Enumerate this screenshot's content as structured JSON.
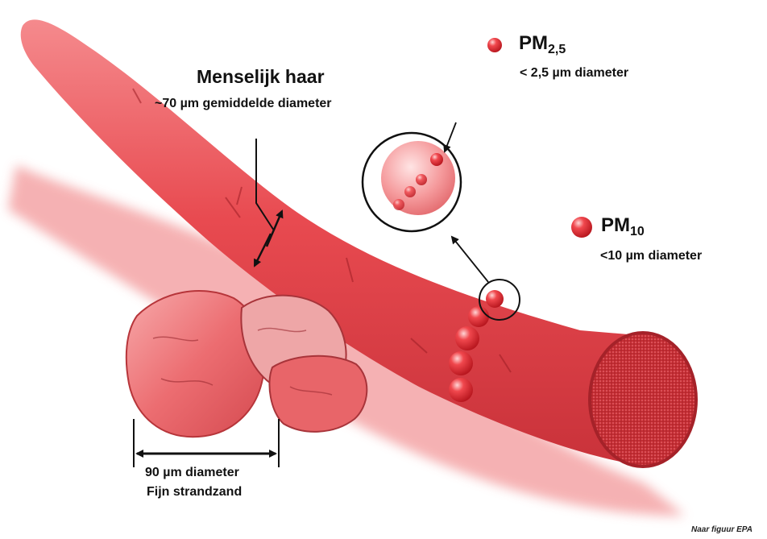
{
  "hair": {
    "title": "Menselijk haar",
    "subtitle": "~70 µm gemiddelde diameter"
  },
  "pm25": {
    "prefix": "PM",
    "sub": "2,5",
    "desc": "< 2,5 µm diameter"
  },
  "pm10": {
    "prefix": "PM",
    "sub": "10",
    "desc": "<10 µm diameter"
  },
  "sand": {
    "line1": "90 µm diameter",
    "line2": "Fijn strandzand"
  },
  "credit": "Naar figuur EPA",
  "colors": {
    "hair_main": "#e8474c",
    "hair_light": "#f48488",
    "hair_dark": "#b32a30",
    "particle": "#e02a30",
    "shadow": "#f2a0a2",
    "text": "#111111"
  }
}
